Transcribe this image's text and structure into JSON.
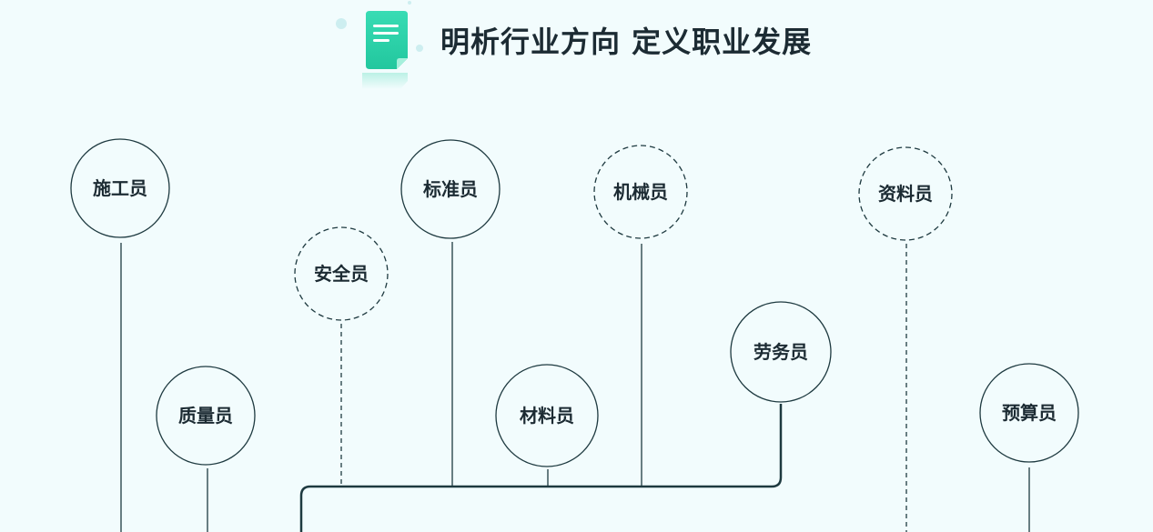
{
  "header": {
    "title": "明析行业方向 定义职业发展",
    "icon": "document-icon"
  },
  "colors": {
    "background": "#f2fcfd",
    "line": "#1e3a40",
    "icon_green": "#2ed3a9",
    "text": "#1c2b33"
  },
  "nodes": [
    {
      "id": "construction",
      "label": "施工员",
      "style": "solid"
    },
    {
      "id": "quality",
      "label": "质量员",
      "style": "solid"
    },
    {
      "id": "safety",
      "label": "安全员",
      "style": "dashed"
    },
    {
      "id": "standards",
      "label": "标准员",
      "style": "solid"
    },
    {
      "id": "materials",
      "label": "材料员",
      "style": "solid"
    },
    {
      "id": "machinery",
      "label": "机械员",
      "style": "dashed"
    },
    {
      "id": "labor",
      "label": "劳务员",
      "style": "solid"
    },
    {
      "id": "documents",
      "label": "资料员",
      "style": "dashed"
    },
    {
      "id": "budget",
      "label": "预算员",
      "style": "solid"
    }
  ]
}
